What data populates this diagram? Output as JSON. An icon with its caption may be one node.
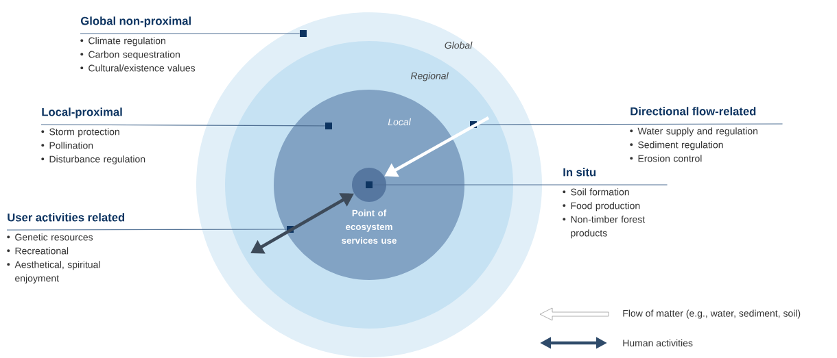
{
  "diagram": {
    "nodes": [
      {
        "text": [
          "Global"
        ]
      },
      {
        "text": [
          "Regional"
        ],
        "in": 0
      },
      {
        "text": [
          "Local"
        ],
        "in": 1
      },
      {
        "text": [],
        "shape": "circle",
        "in": 2,
        "beside": [
          "Point of ecosystem services use"
        ]
      },
      {
        "text": [
          "Global non-proximal",
          "Climate regulation",
          "Carbon sequestration",
          "Cultural/existence values"
        ]
      },
      {
        "text": [
          "Local-proximal",
          "Storm protection",
          "Pollination",
          "Disturbance regulation"
        ]
      },
      {
        "text": [
          "Directional flow-related",
          "Water supply and regulation",
          "Sediment regulation",
          "Erosion control"
        ]
      },
      {
        "text": [
          "In situ",
          "Soil formation",
          "Food production",
          "Non-timber forest products"
        ]
      },
      {
        "text": [
          "User activities related",
          "Genetic resources",
          "Recreational",
          "Aesthetical, spiritual enjoyment"
        ]
      },
      {
        "text": [],
        "shape": "box",
        "in": 0
      },
      {
        "text": [],
        "shape": "box",
        "in": 2
      },
      {
        "text": [],
        "shape": "box",
        "in": 1
      },
      {
        "text": [],
        "shape": "box",
        "in": 3
      },
      {
        "text": [],
        "shape": "box",
        "in": 2
      }
    ],
    "edges": [
      {
        "from": 4,
        "to": 9,
        "arrow": "none"
      },
      {
        "from": 5,
        "to": 10,
        "arrow": "none"
      },
      {
        "from": 6,
        "to": 11,
        "arrow": "none"
      },
      {
        "from": 7,
        "to": 12,
        "arrow": "none"
      },
      {
        "from": 8,
        "to": 13,
        "arrow": "none"
      },
      {
        "from": null,
        "to": 3,
        "arrow": "to",
        "style": "thick",
        "color": "#ffffff"
      },
      {
        "from": null,
        "to": 3,
        "arrow": "both",
        "style": "thick",
        "color": "#3d4a59"
      }
    ],
    "legend": [
      {
        "text": "Flow of matter (e.g., water, sediment, soil)"
      },
      {
        "text": "Human activities"
      }
    ]
  }
}
